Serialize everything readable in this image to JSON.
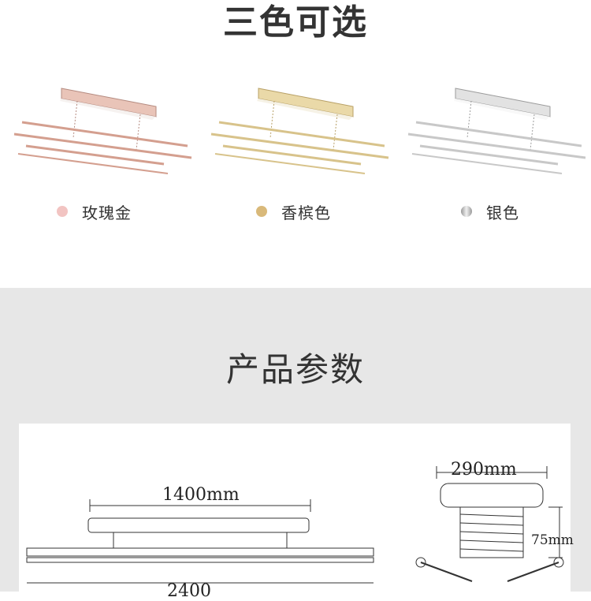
{
  "header": {
    "title": "三色可选"
  },
  "colors": [
    {
      "label": "玫瑰金",
      "dot": "#f2c4c2"
    },
    {
      "label": "香槟色",
      "dot": "#d9b97a"
    },
    {
      "label": "银色",
      "dot": "#bdbdbd"
    }
  ],
  "params": {
    "title": "产品参数",
    "dims": {
      "length_top": "1400mm",
      "length_bottom": "2400",
      "width": "290mm",
      "height": "75mm"
    }
  }
}
